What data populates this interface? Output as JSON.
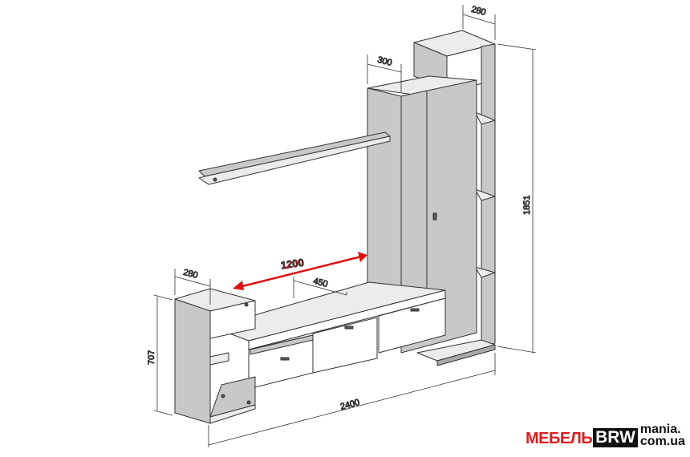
{
  "dimensions": {
    "tall_column_depth": "280",
    "wardrobe_depth": "300",
    "total_height": "1851",
    "left_cabinet_depth": "280",
    "left_cabinet_height": "707",
    "tv_gap_width": "1200",
    "tv_unit_depth": "450",
    "total_width": "2400"
  },
  "logo": {
    "mebel": "МЕБЕЛЬ",
    "brw": "BRW",
    "site_line1": "mania.",
    "site_line2": "com.ua"
  },
  "colors": {
    "accent_arrow": "#e01010",
    "panel": "#c8c8c8",
    "panel_dark": "#a9a9a9",
    "surface": "#ececec"
  }
}
